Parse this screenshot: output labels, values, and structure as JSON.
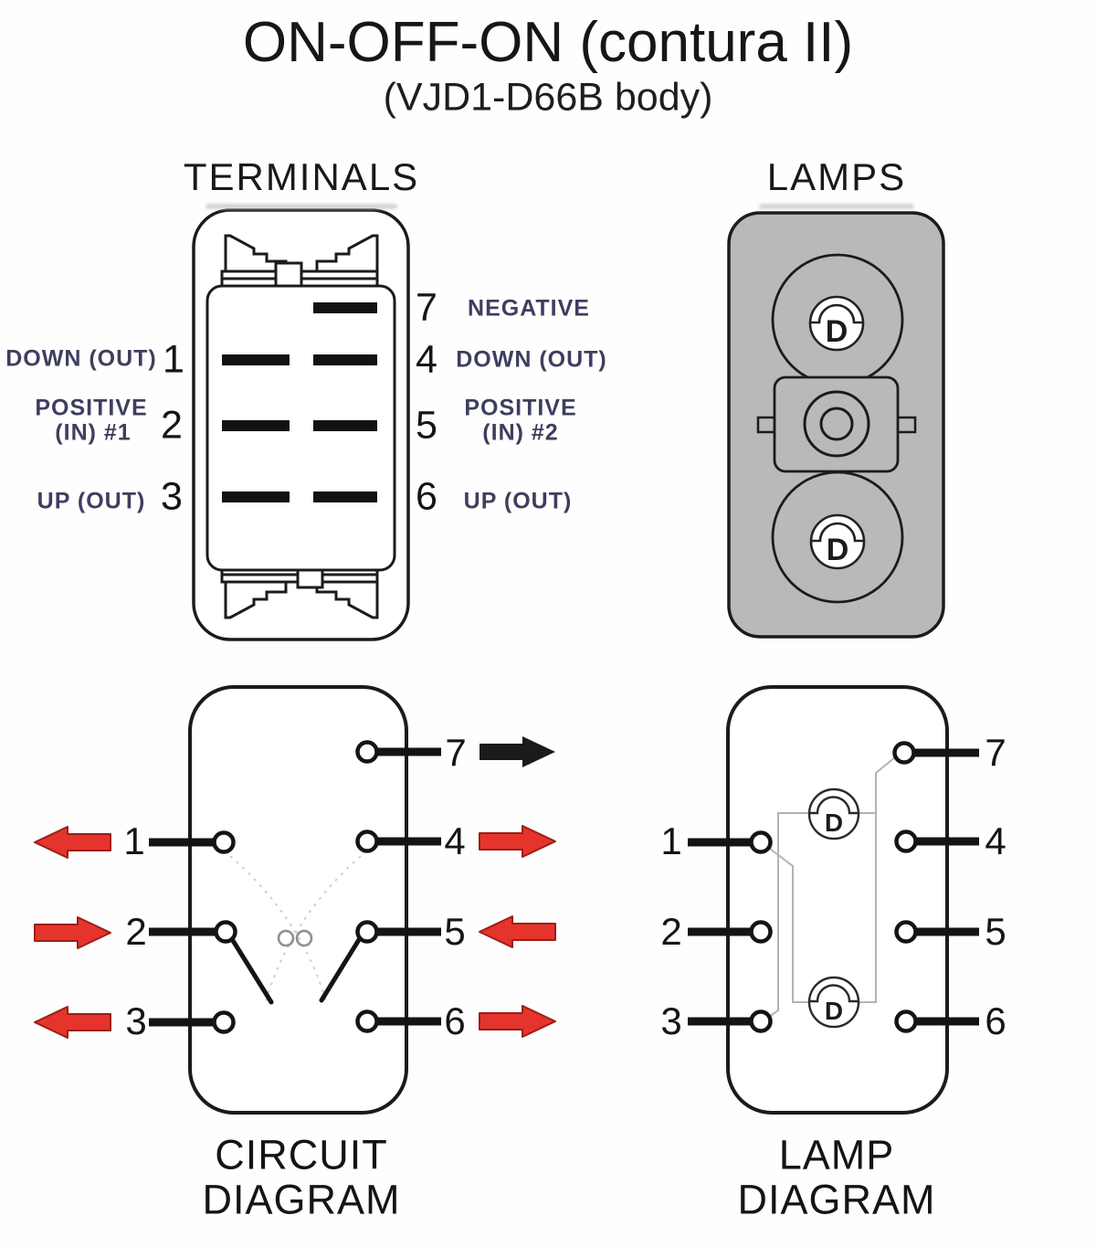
{
  "title": "ON-OFF-ON (contura II)",
  "subtitle": "(VJD1-D66B body)",
  "colors": {
    "arrow_red": "#e5342c",
    "arrow_red_dark": "#9b1f17",
    "label_navy": "#3e3e5e",
    "lamp_gray": "#b9b9b9",
    "ink": "#1b1b1b",
    "wire_gray": "#b3b3b3"
  },
  "terminals_view": {
    "heading": "TERMINALS",
    "left": [
      {
        "num": "1",
        "line1": "DOWN (OUT)",
        "line2": ""
      },
      {
        "num": "2",
        "line1": "POSITIVE",
        "line2": "(IN) #1"
      },
      {
        "num": "3",
        "line1": "UP (OUT)",
        "line2": ""
      }
    ],
    "right": [
      {
        "num": "7",
        "line1": "NEGATIVE",
        "line2": ""
      },
      {
        "num": "4",
        "line1": "DOWN (OUT)",
        "line2": ""
      },
      {
        "num": "5",
        "line1": "POSITIVE",
        "line2": "(IN) #2"
      },
      {
        "num": "6",
        "line1": "UP (OUT)",
        "line2": ""
      }
    ]
  },
  "lamps_view": {
    "heading": "LAMPS",
    "lamp_letter": "D"
  },
  "circuit_diagram": {
    "caption": [
      "CIRCUIT",
      "DIAGRAM"
    ],
    "left_terminals": [
      {
        "num": "1",
        "flow": "out"
      },
      {
        "num": "2",
        "flow": "in"
      },
      {
        "num": "3",
        "flow": "out"
      }
    ],
    "right_terminals": [
      {
        "num": "7",
        "flow": "out",
        "wire": "negative"
      },
      {
        "num": "4",
        "flow": "out"
      },
      {
        "num": "5",
        "flow": "in"
      },
      {
        "num": "6",
        "flow": "out"
      }
    ]
  },
  "lamp_diagram": {
    "caption": [
      "LAMP",
      "DIAGRAM"
    ],
    "left_terminals": [
      "1",
      "2",
      "3"
    ],
    "right_terminals": [
      "7",
      "4",
      "5",
      "6"
    ],
    "lamp_letter": "D"
  }
}
